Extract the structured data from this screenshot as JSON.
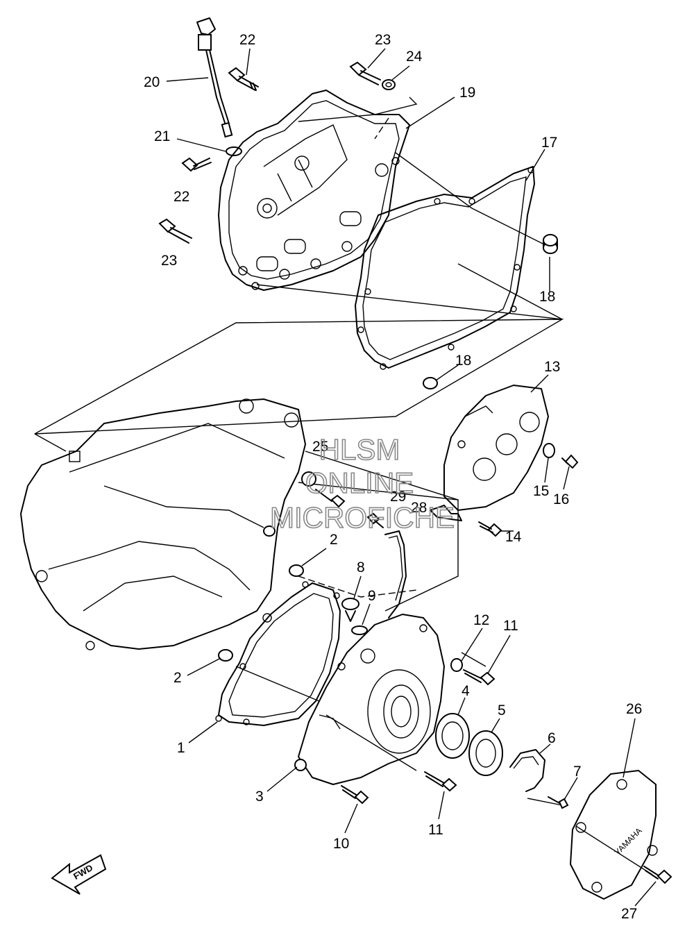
{
  "callouts": {
    "c1": "1",
    "c2a": "2",
    "c2b": "2",
    "c3": "3",
    "c4": "4",
    "c5": "5",
    "c6": "6",
    "c7": "7",
    "c8": "8",
    "c9": "9",
    "c10": "10",
    "c11a": "11",
    "c11b": "11",
    "c12": "12",
    "c13": "13",
    "c14": "14",
    "c15": "15",
    "c16": "16",
    "c17": "17",
    "c18a": "18",
    "c18b": "18",
    "c19": "19",
    "c20": "20",
    "c21": "21",
    "c22a": "22",
    "c22b": "22",
    "c23a": "23",
    "c23b": "23",
    "c24": "24",
    "c25": "25",
    "c26": "26",
    "c27": "27",
    "c28": "28",
    "c29": "29"
  },
  "watermark": {
    "line1": "HLSM",
    "line2": "ONLINE",
    "line3": "MICROFICHE"
  },
  "fwd_label": "FWD",
  "cover_logo": "YAMAHA"
}
